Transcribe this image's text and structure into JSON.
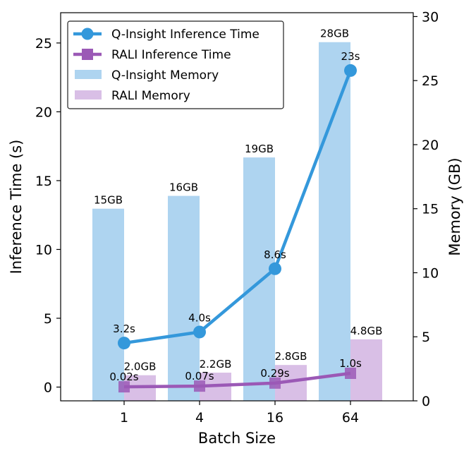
{
  "chart_data": {
    "type": "bar",
    "categories": [
      "1",
      "4",
      "16",
      "64"
    ],
    "xlabel": "Batch Size",
    "ylabel": "Inference Time (s)",
    "ylabel_right": "Memory (GB)",
    "ylim": [
      -1,
      27.2
    ],
    "ylim_right": [
      0,
      30.3
    ],
    "yticks": [
      0,
      5,
      10,
      15,
      20,
      25
    ],
    "yticks_right": [
      0,
      5,
      10,
      15,
      20,
      25,
      30
    ],
    "legend_position": "top-left",
    "grid": false,
    "bar_series": [
      {
        "name": "Q-Insight Memory",
        "axis": "right",
        "color": "#aed4f0",
        "values": [
          15.0,
          16.0,
          19.0,
          28.0
        ],
        "labels": [
          "15GB",
          "16GB",
          "19GB",
          "28GB"
        ]
      },
      {
        "name": "RALI Memory",
        "axis": "right",
        "color": "#d9bfe6",
        "values": [
          2.0,
          2.2,
          2.8,
          4.8
        ],
        "labels": [
          "2.0GB",
          "2.2GB",
          "2.8GB",
          "4.8GB"
        ]
      }
    ],
    "line_series": [
      {
        "name": "Q-Insight Inference Time",
        "axis": "left",
        "color": "#3498db",
        "marker": "circle",
        "values": [
          3.2,
          4.0,
          8.6,
          23.0
        ],
        "labels": [
          "3.2s",
          "4.0s",
          "8.6s",
          "23s"
        ]
      },
      {
        "name": "RALI Inference Time",
        "axis": "left",
        "color": "#9b59b6",
        "marker": "square",
        "values": [
          0.02,
          0.07,
          0.29,
          1.0
        ],
        "labels": [
          "0.02s",
          "0.07s",
          "0.29s",
          "1.0s"
        ]
      }
    ],
    "legend": [
      "Q-Insight Inference Time",
      "RALI Inference Time",
      "Q-Insight Memory",
      "RALI Memory"
    ]
  }
}
